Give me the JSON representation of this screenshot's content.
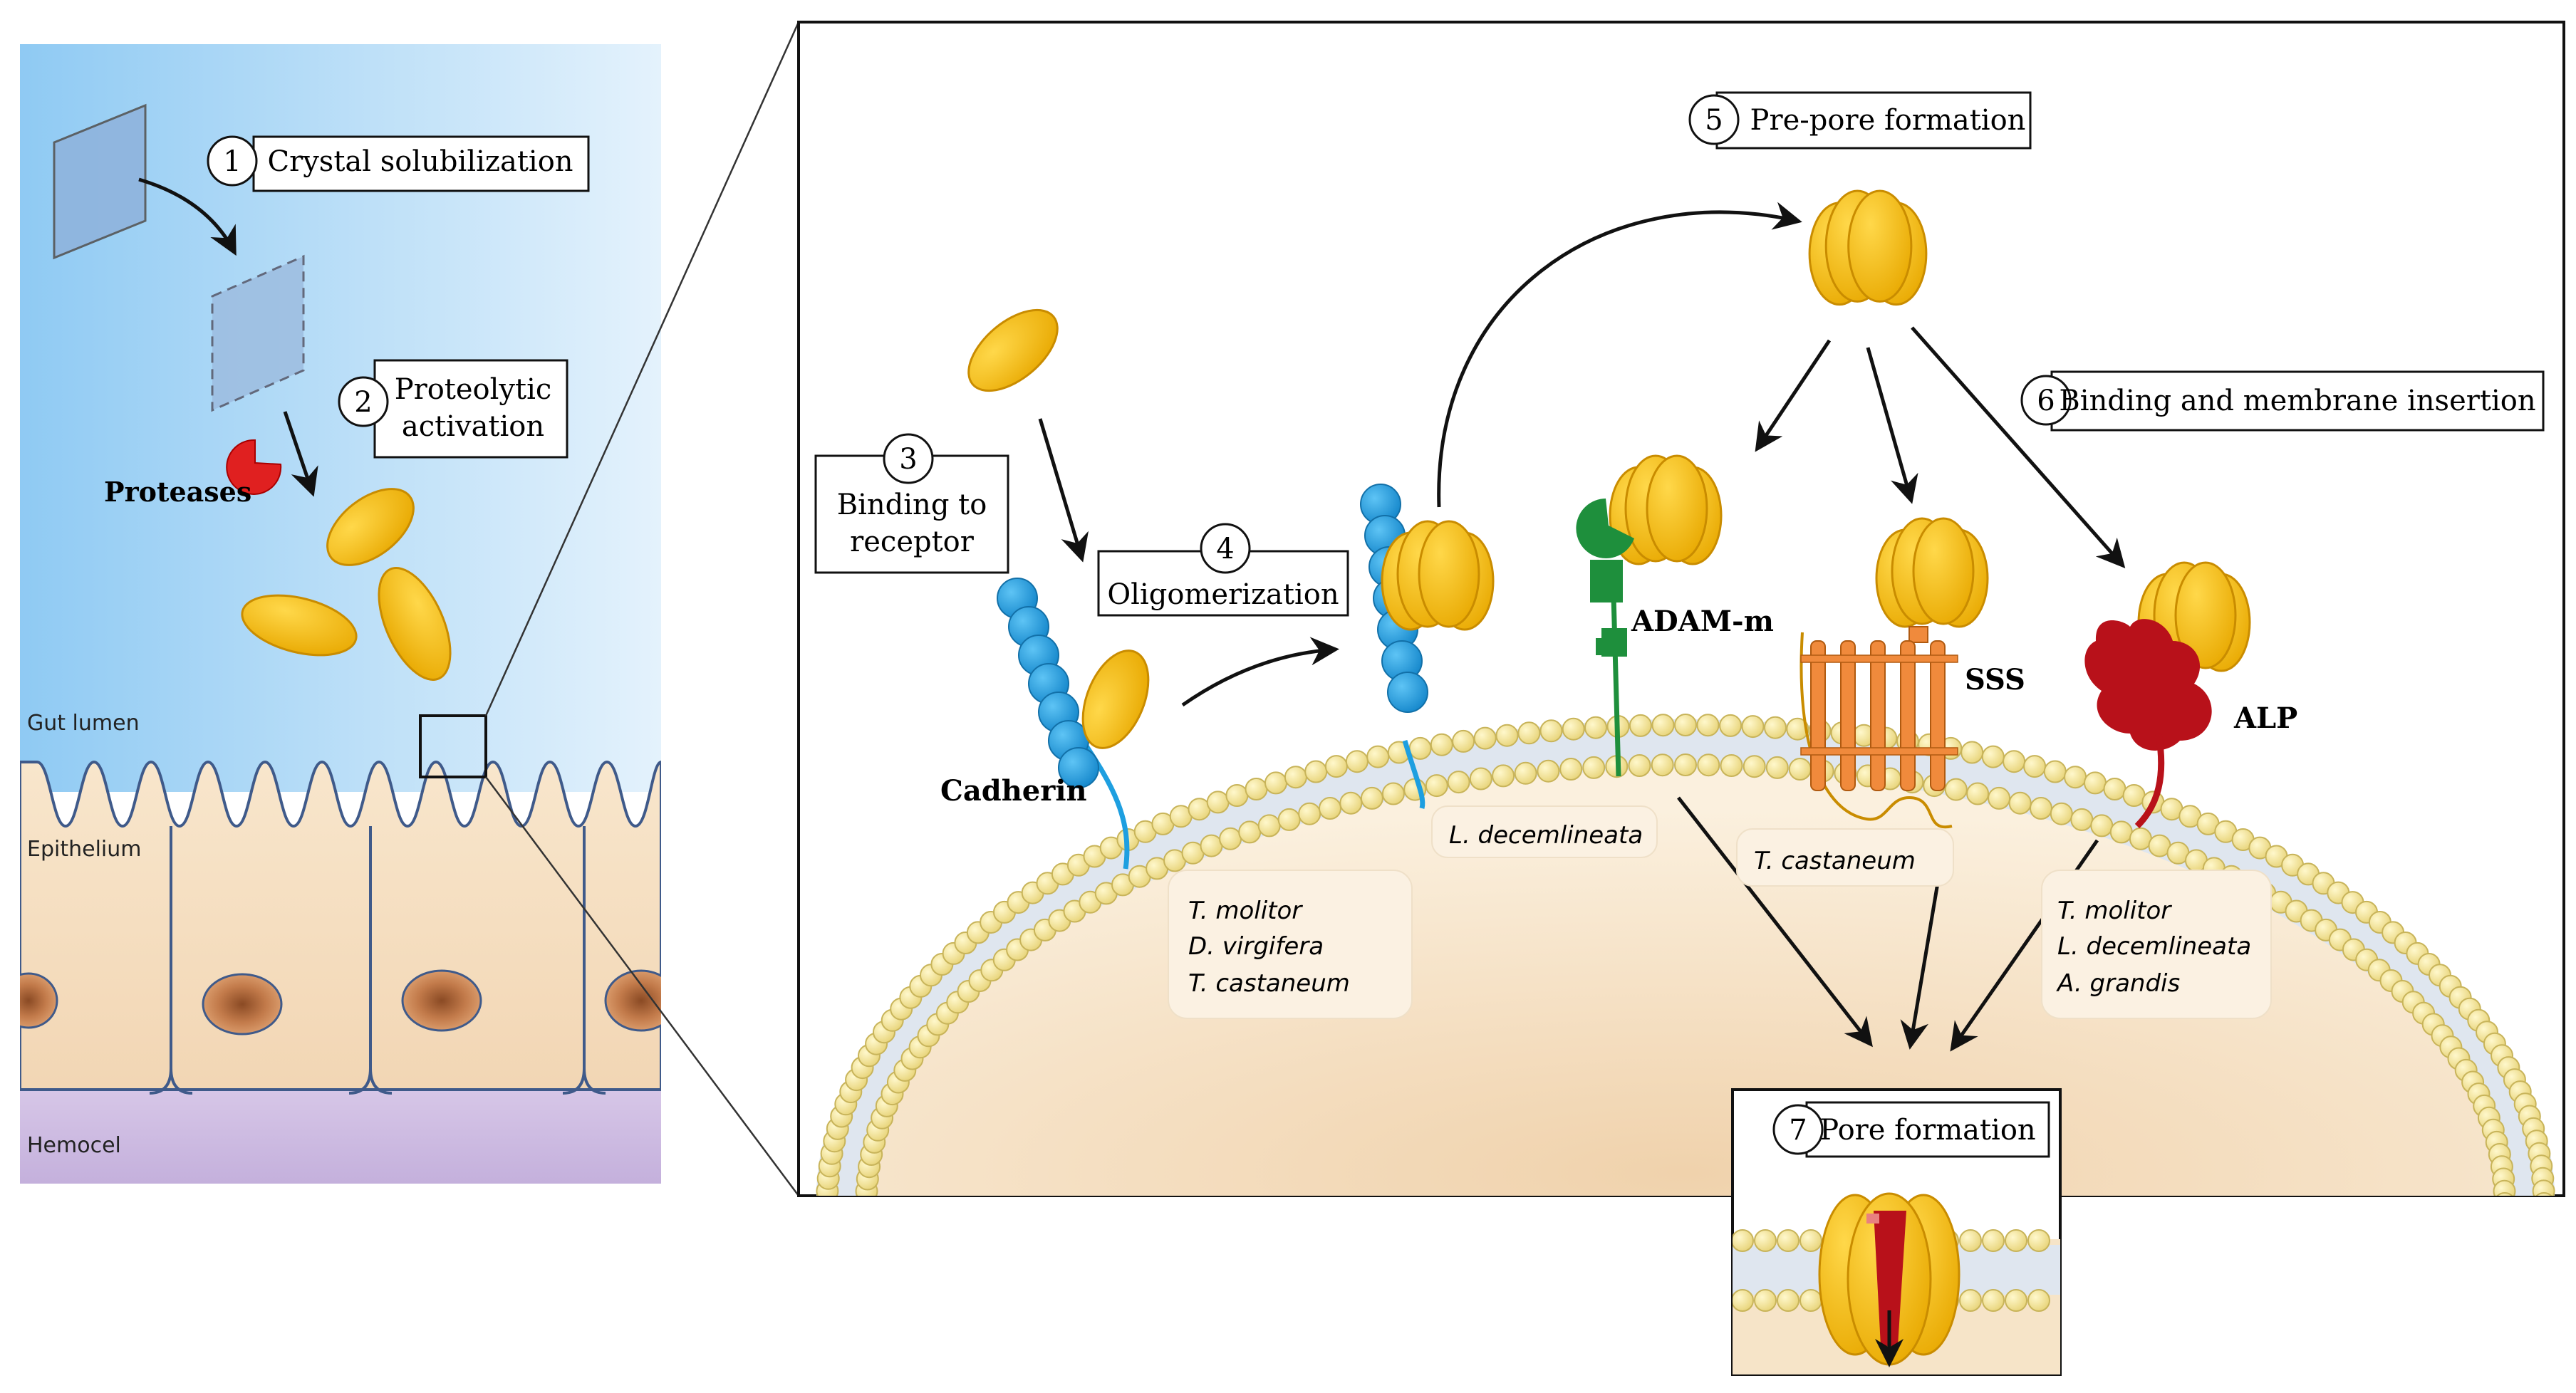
{
  "steps": {
    "s1": {
      "num": "1",
      "label": "Crystal solubilization"
    },
    "s2": {
      "num": "2",
      "label_l1": "Proteolytic",
      "label_l2": "activation"
    },
    "s3": {
      "num": "3",
      "label_l1": "Binding to",
      "label_l2": "receptor"
    },
    "s4": {
      "num": "4",
      "label": "Oligomerization"
    },
    "s5": {
      "num": "5",
      "label": "Pre-pore formation"
    },
    "s6": {
      "num": "6",
      "label": "Binding and membrane insertion"
    },
    "s7": {
      "num": "7",
      "label": "Pore formation"
    }
  },
  "regions": {
    "gut_lumen": "Gut lumen",
    "epithelium": "Epithelium",
    "hemocel": "Hemocel"
  },
  "labels": {
    "proteases": "Proteases",
    "cadherin": "Cadherin",
    "adam": "ADAM-m",
    "sss": "SSS",
    "alp": "ALP"
  },
  "species": {
    "cadherin": [
      "T. molitor",
      "D. virgifera",
      "T. castaneum"
    ],
    "adam": [
      "L. decemlineata"
    ],
    "sss": [
      "T. castaneum"
    ],
    "alp": [
      "T. molitor",
      "L. decemlineata",
      "A. grandis"
    ]
  },
  "colors": {
    "toxin": "#f5b800",
    "toxin_dark": "#c98c00",
    "cadherin": "#1e9fe0",
    "adam": "#1e8f3c",
    "sss": "#f08a3c",
    "alp": "#b8111a",
    "protease": "#e02020",
    "lipid_head": "#f7e79a",
    "lumen_blue": "#9fd2f5",
    "cell_beige": "#f4dcbc",
    "nucleus": "#c07848",
    "hemocel": "#cdbbe0"
  }
}
